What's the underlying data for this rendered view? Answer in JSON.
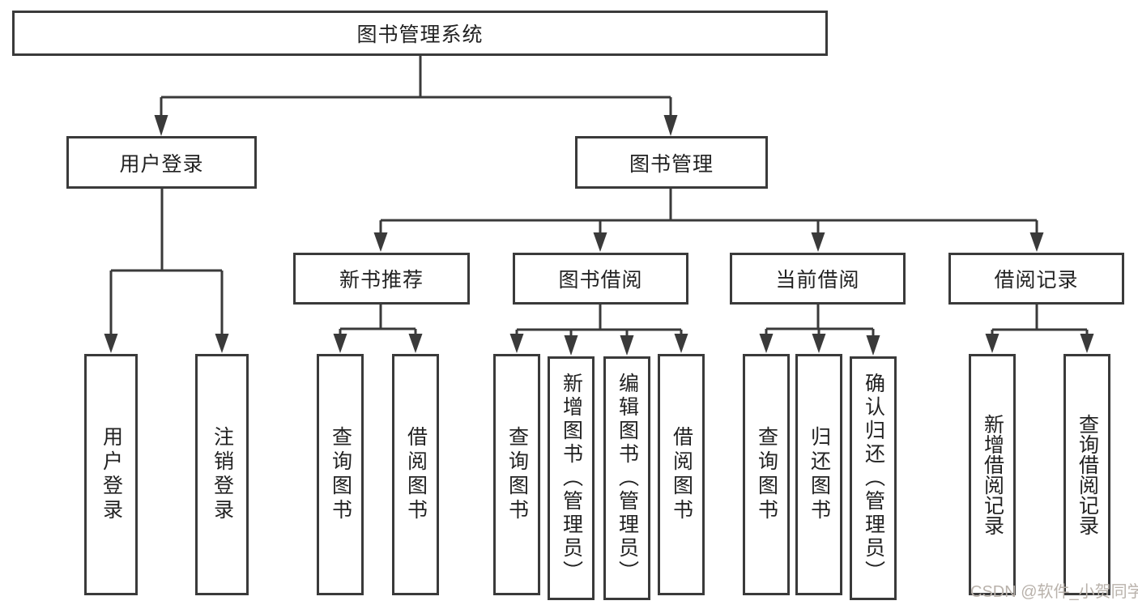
{
  "title": "图书管理系统",
  "colors": {
    "line": "#3a3a3a",
    "border": "#3a3a3a",
    "text": "#222222",
    "watermark": "#b9b2ab",
    "background": "#ffffff"
  },
  "watermark": "CSDN @软件_小贺同学",
  "nodes": {
    "root": "图书管理系统",
    "user_login": "用户登录",
    "book_mgmt": "图书管理",
    "new_books": "新书推荐",
    "book_borrow": "图书借阅",
    "current_borrow": "当前借阅",
    "borrow_records": "借阅记录",
    "ul_user_login": "用户登录",
    "ul_logout": "注销登录",
    "nb_query": "查询图书",
    "nb_borrow": "借阅图书",
    "bb_query": "查询图书",
    "bb_add": "新增图书（管理员）",
    "bb_edit": "编辑图书（管理员）",
    "bb_borrow": "借阅图书",
    "cb_query": "查询图书",
    "cb_return": "归还图书",
    "cb_confirm": "确认归还（管理员）",
    "br_add": "新增借阅记录",
    "br_query": "查询借阅记录"
  }
}
